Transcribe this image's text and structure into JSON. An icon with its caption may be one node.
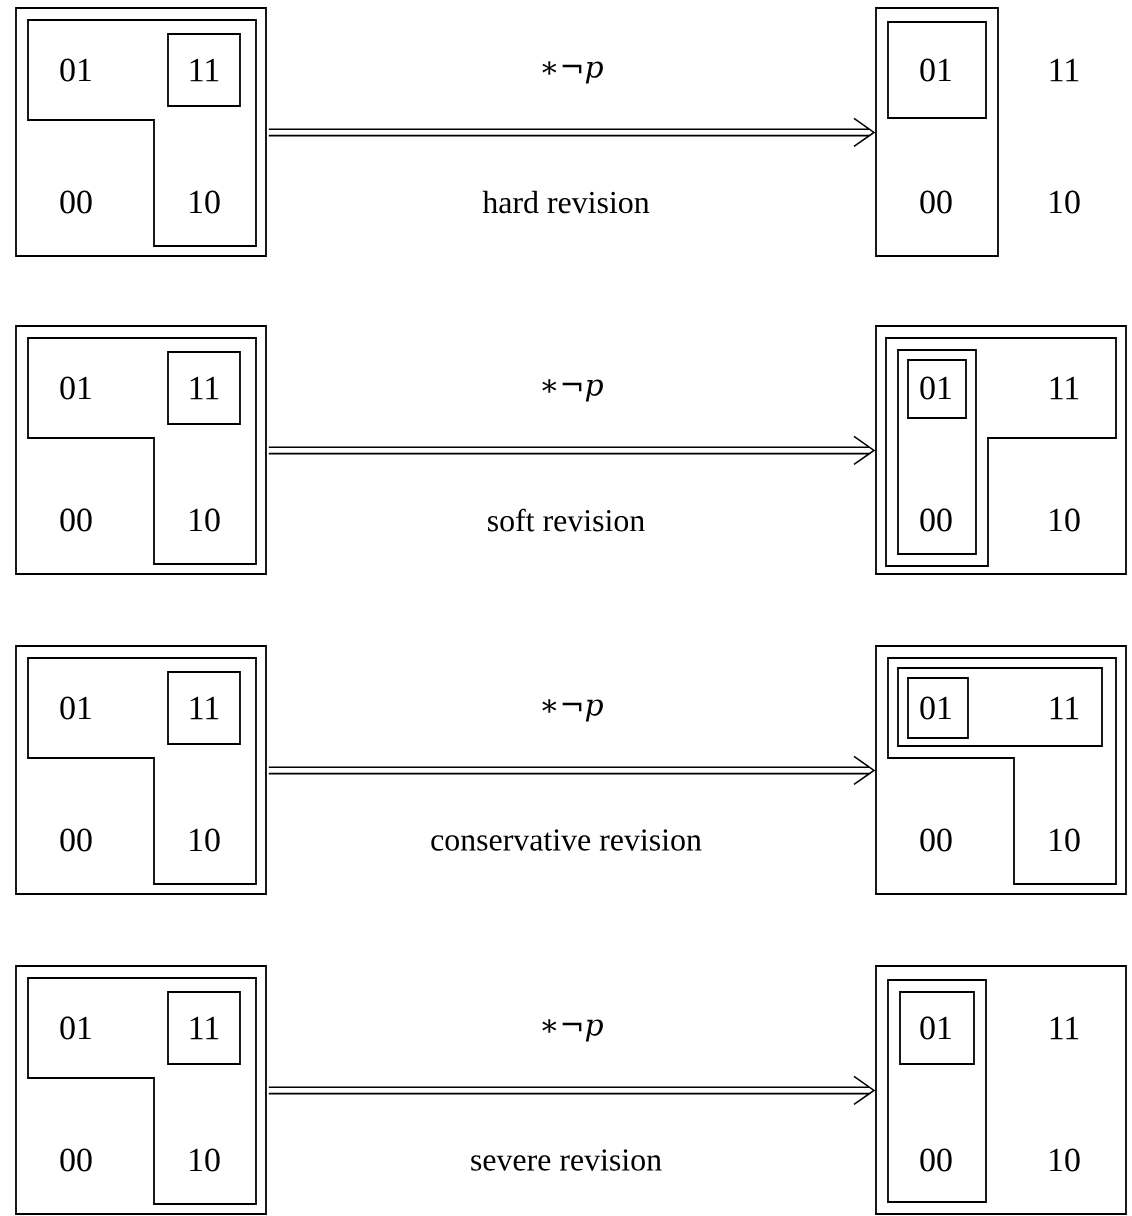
{
  "diagram": {
    "nodes": [
      {
        "text": [
          "01",
          "11",
          "00",
          "10"
        ]
      },
      {
        "text": [
          "01",
          "11",
          "00",
          "10"
        ]
      },
      {
        "text": [
          "01",
          "11",
          "00",
          "10"
        ]
      },
      {
        "text": [
          "01",
          "11",
          "00",
          "10"
        ]
      },
      {
        "text": [
          "01",
          "11",
          "00",
          "10"
        ]
      },
      {
        "text": [
          "01",
          "11",
          "00",
          "10"
        ]
      },
      {
        "text": [
          "01",
          "11",
          "00",
          "10"
        ]
      },
      {
        "text": [
          "01",
          "11",
          "00",
          "10"
        ]
      }
    ],
    "edges": [
      {
        "from": 0,
        "to": 1,
        "arrow": "to",
        "label": "∗¬*p*"
      },
      {
        "from": 2,
        "to": 3,
        "arrow": "to",
        "label": "∗¬*p*"
      },
      {
        "from": 4,
        "to": 5,
        "arrow": "to",
        "label": "∗¬*p*"
      },
      {
        "from": 6,
        "to": 7,
        "arrow": "to",
        "label": "∗¬*p*"
      }
    ],
    "labels": [
      "hard revision",
      "soft revision",
      "conservative revision",
      "severe revision"
    ]
  }
}
